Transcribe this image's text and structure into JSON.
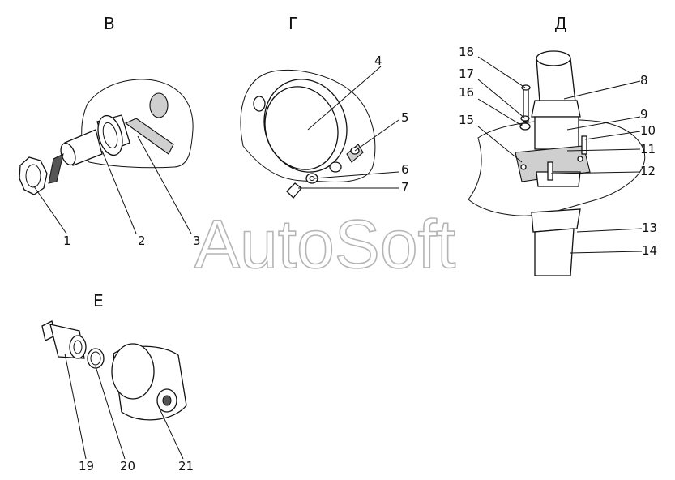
{
  "sections": {
    "v": "В",
    "g": "Г",
    "d": "Д",
    "e": "Е"
  },
  "callouts": [
    "1",
    "2",
    "3",
    "4",
    "5",
    "6",
    "7",
    "8",
    "9",
    "10",
    "11",
    "12",
    "13",
    "14",
    "15",
    "16",
    "17",
    "18",
    "19",
    "20",
    "21"
  ],
  "watermark": "AutoSoft"
}
